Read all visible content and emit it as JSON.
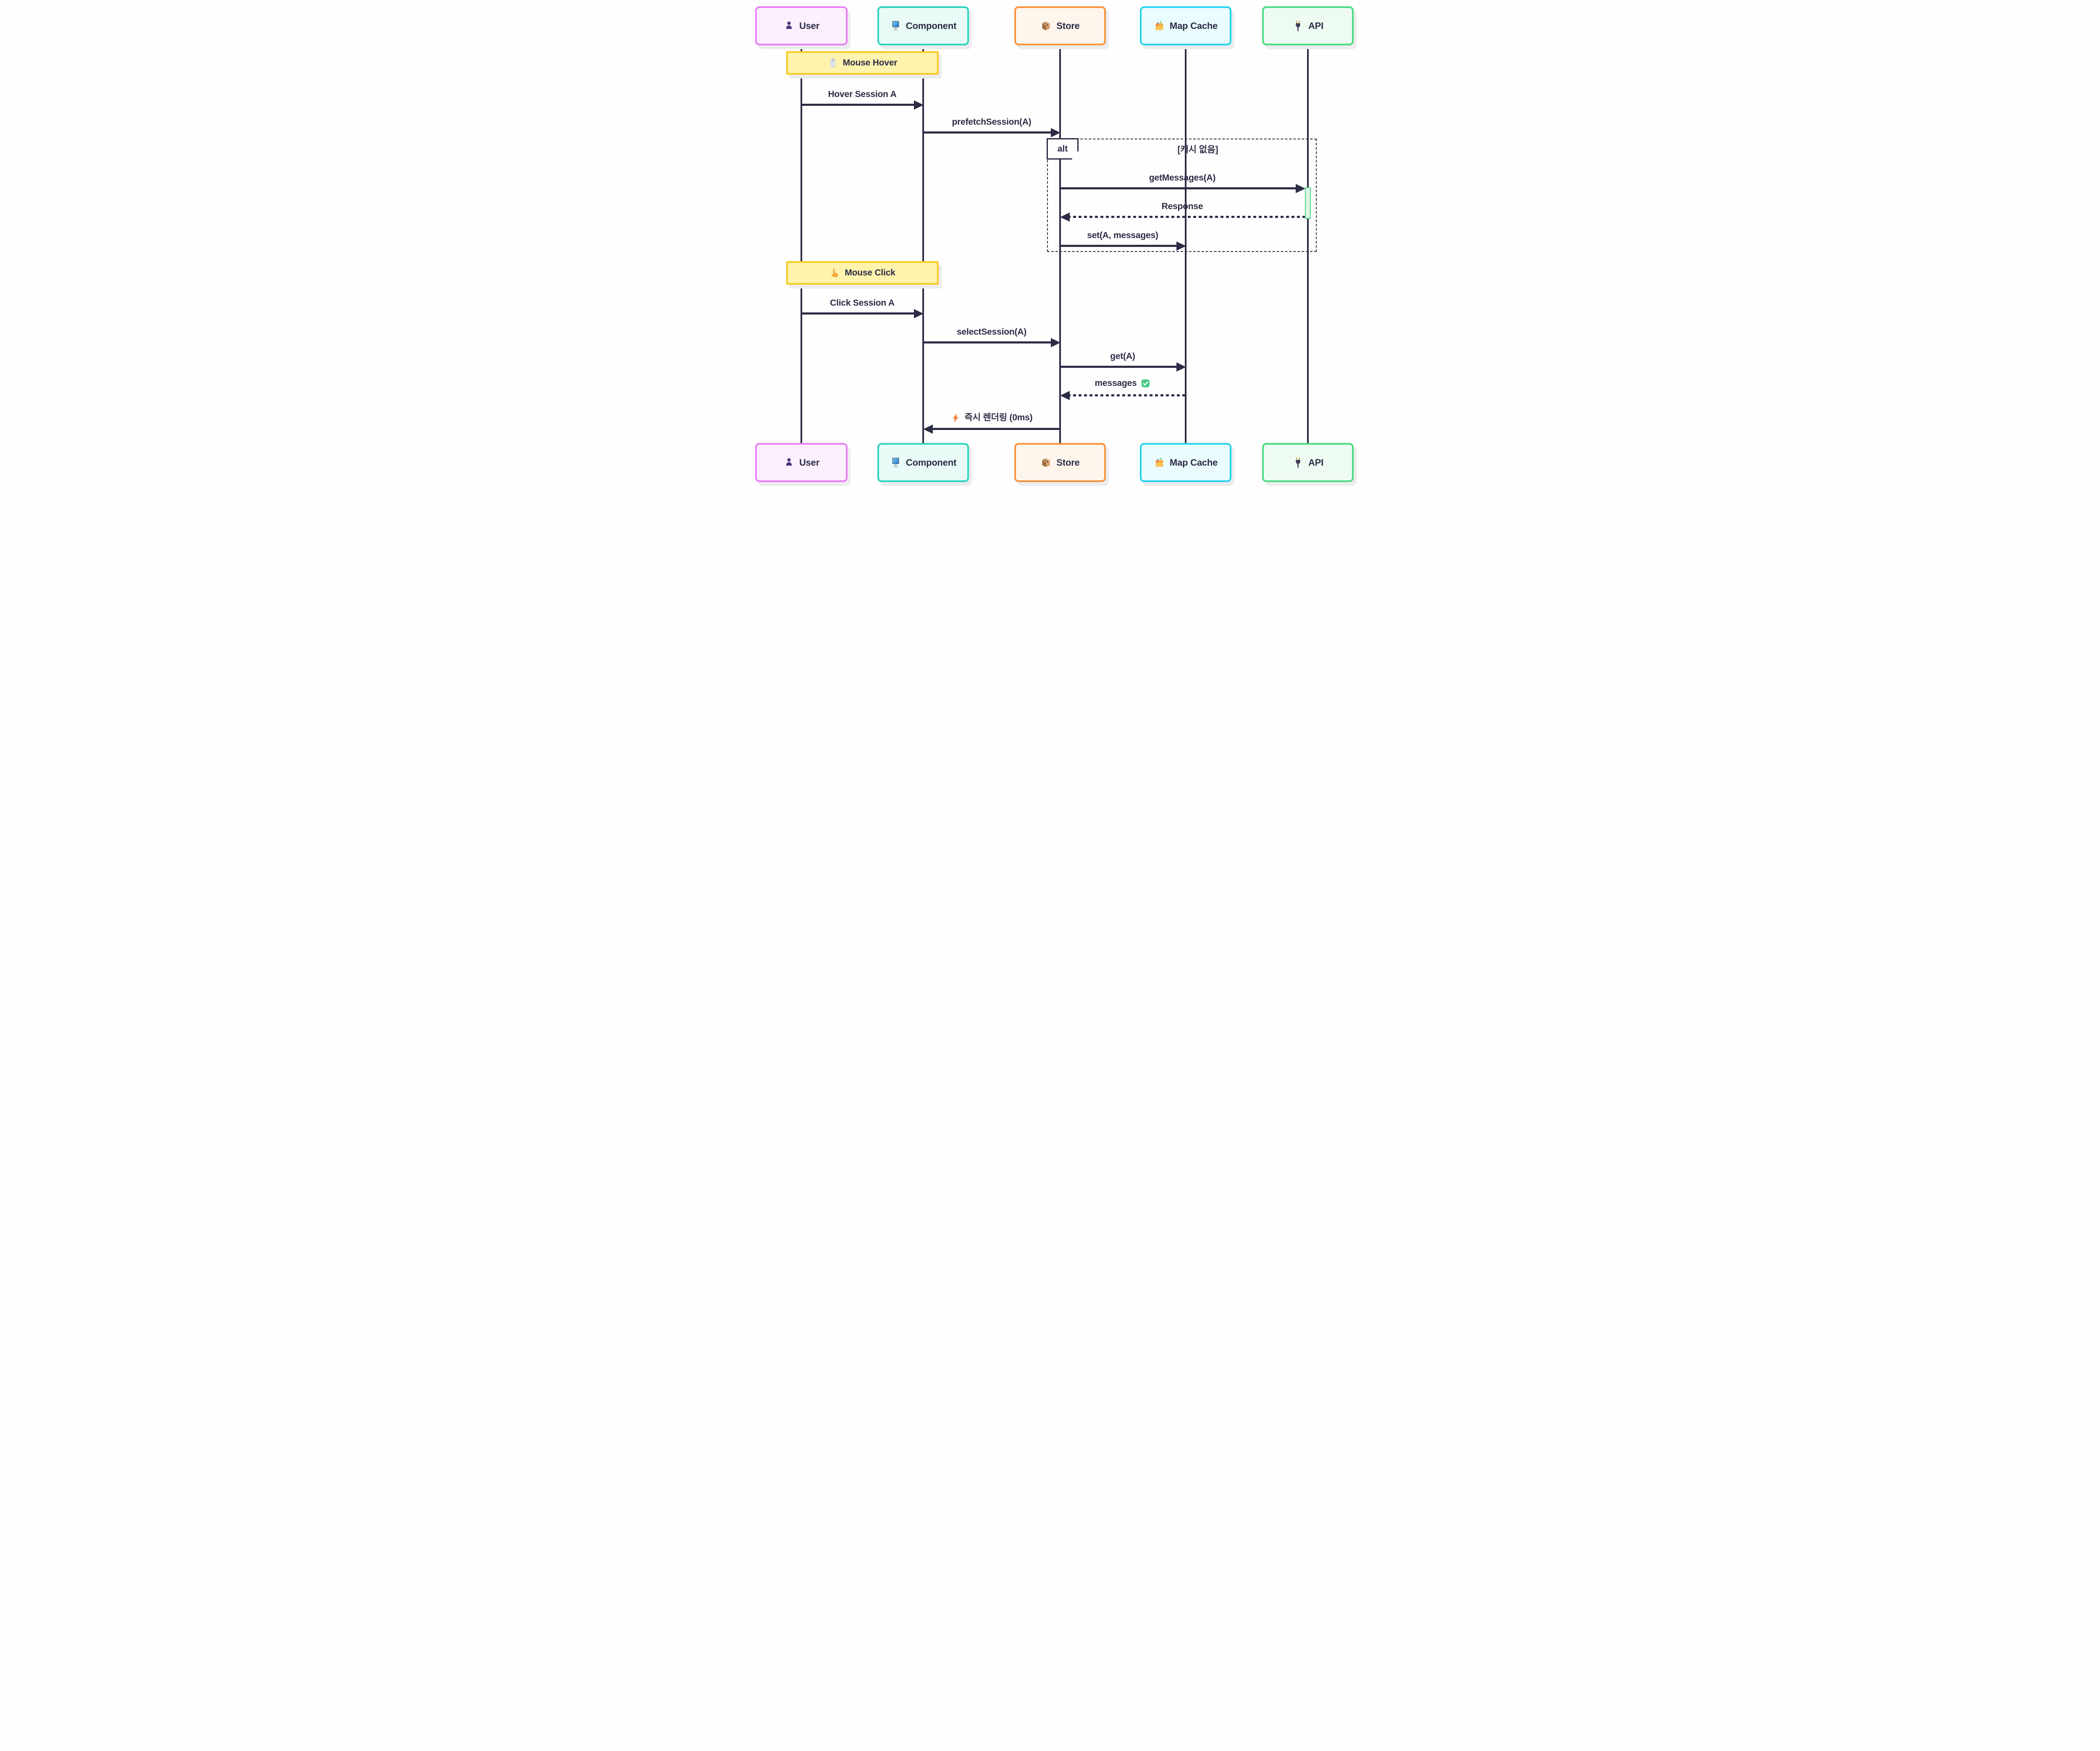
{
  "diagram": {
    "actors": [
      {
        "id": "user",
        "label": "User",
        "icon": "user-icon",
        "border_color": "#e87ff5",
        "fill_color": "#fdf0fe"
      },
      {
        "id": "component",
        "label": "Component",
        "icon": "computer-icon",
        "border_color": "#2dd4bf",
        "fill_color": "#e9fbf7"
      },
      {
        "id": "store",
        "label": "Store",
        "icon": "package-icon",
        "border_color": "#fb923c",
        "fill_color": "#fef5ec"
      },
      {
        "id": "mapcache",
        "label": "Map Cache",
        "icon": "card-index-icon",
        "border_color": "#27d2ec",
        "fill_color": "#eafcfe"
      },
      {
        "id": "api",
        "label": "API",
        "icon": "plug-icon",
        "border_color": "#4bdc80",
        "fill_color": "#eefbf2"
      }
    ],
    "notes": [
      {
        "label": "Mouse Hover",
        "icon": "mouse-icon",
        "over": "User,Component",
        "fill_color": "#fff3ae",
        "border_color": "#f8ca1c"
      },
      {
        "label": "Mouse Click",
        "icon": "pointing-hand-icon",
        "over": "User,Component",
        "fill_color": "#fff3ae",
        "border_color": "#f8ca1c"
      }
    ],
    "messages": [
      {
        "label": "Hover Session A",
        "from": "User",
        "to": "Component",
        "line": "solid"
      },
      {
        "label": "prefetchSession(A)",
        "from": "Component",
        "to": "Store",
        "line": "solid"
      },
      {
        "label": "getMessages(A)",
        "from": "Store",
        "to": "API",
        "line": "solid"
      },
      {
        "label": "Response",
        "from": "API",
        "to": "Store",
        "line": "dashed"
      },
      {
        "label": "set(A, messages)",
        "from": "Store",
        "to": "Map Cache",
        "line": "solid"
      },
      {
        "label": "Click Session A",
        "from": "User",
        "to": "Component",
        "line": "solid"
      },
      {
        "label": "selectSession(A)",
        "from": "Component",
        "to": "Store",
        "line": "solid"
      },
      {
        "label": "get(A)",
        "from": "Store",
        "to": "Map Cache",
        "line": "solid"
      },
      {
        "label": "messages",
        "trailing_icon": "check-icon",
        "from": "Map Cache",
        "to": "Store",
        "line": "dashed"
      },
      {
        "label": "즉시 렌더링 (0ms)",
        "leading_icon": "lightning-icon",
        "from": "Store",
        "to": "Component",
        "line": "solid"
      }
    ],
    "alt": {
      "label": "alt",
      "condition": "[캐시 없음]"
    },
    "activation": {
      "lifeline": "API",
      "fill_color": "#dcf7e6",
      "border_color": "#4bd47f"
    },
    "line_color": "#2c2c46"
  }
}
